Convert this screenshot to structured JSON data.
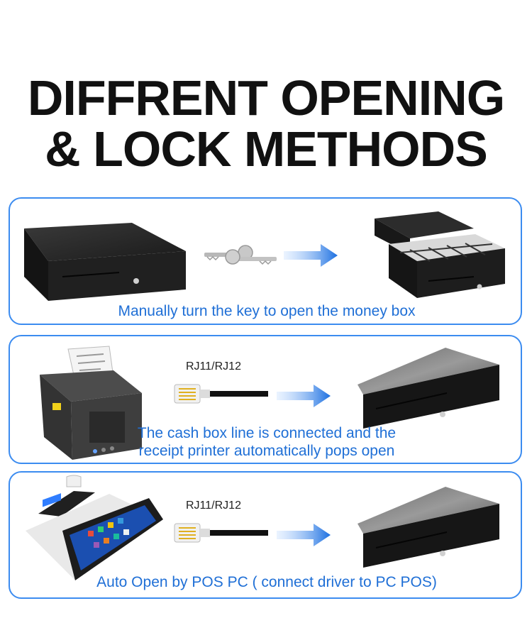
{
  "heading": {
    "line1": "DIFFRENT OPENING",
    "line2": "& LOCK METHODS"
  },
  "colors": {
    "accent_blue": "#3c8cf0",
    "caption_blue": "#1f6fd6",
    "drawer_black": "#1b1b1b"
  },
  "methods": [
    {
      "caption_lines": [
        "Manually turn the key to open the money box"
      ]
    },
    {
      "port_label": "RJ11/RJ12",
      "caption_lines": [
        "The cash box line is connected and the",
        "receipt printer automatically pops open"
      ]
    },
    {
      "port_label": "RJ11/RJ12",
      "caption_lines": [
        "Auto Open by POS PC ( connect driver to PC POS)"
      ]
    }
  ]
}
